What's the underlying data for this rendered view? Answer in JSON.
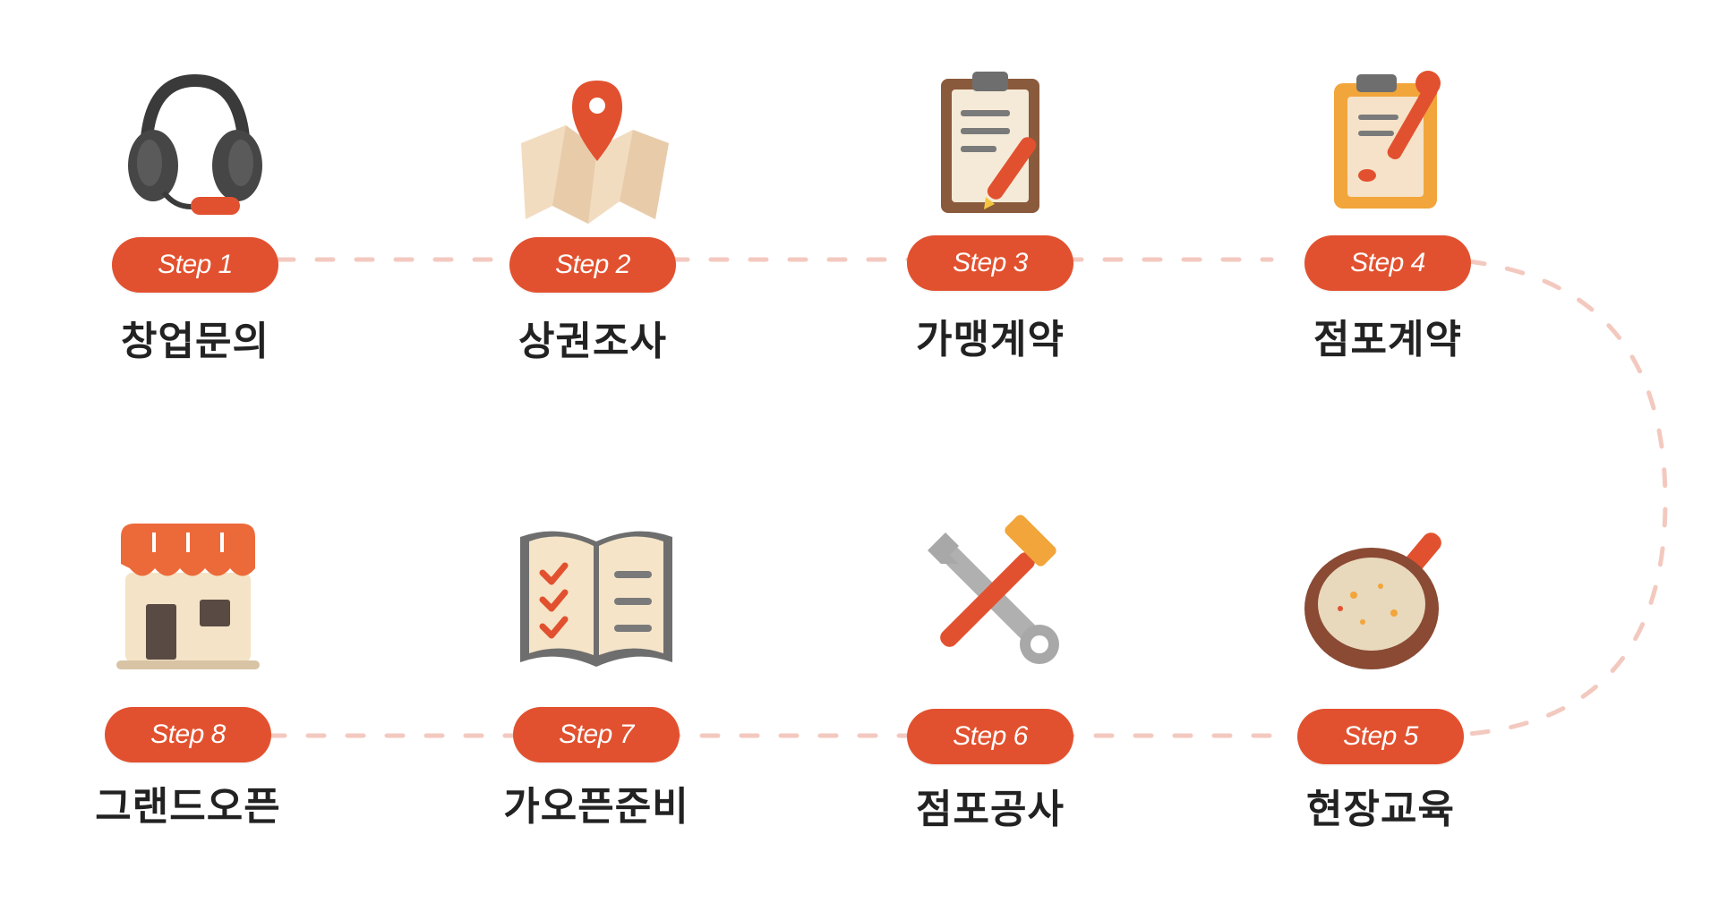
{
  "accent_color": "#e2512f",
  "connector_color": "#f3c9bf",
  "steps": [
    {
      "step_label": "Step 1",
      "title": "창업문의",
      "icon": "headset-icon"
    },
    {
      "step_label": "Step 2",
      "title": "상권조사",
      "icon": "map-pin-icon"
    },
    {
      "step_label": "Step 3",
      "title": "가맹계약",
      "icon": "clipboard-pen-icon"
    },
    {
      "step_label": "Step 4",
      "title": "점포계약",
      "icon": "contract-sign-icon"
    },
    {
      "step_label": "Step 5",
      "title": "현장교육",
      "icon": "frying-pan-icon"
    },
    {
      "step_label": "Step 6",
      "title": "점포공사",
      "icon": "tools-icon"
    },
    {
      "step_label": "Step 7",
      "title": "가오픈준비",
      "icon": "checklist-book-icon"
    },
    {
      "step_label": "Step 8",
      "title": "그랜드오픈",
      "icon": "storefront-icon"
    }
  ]
}
